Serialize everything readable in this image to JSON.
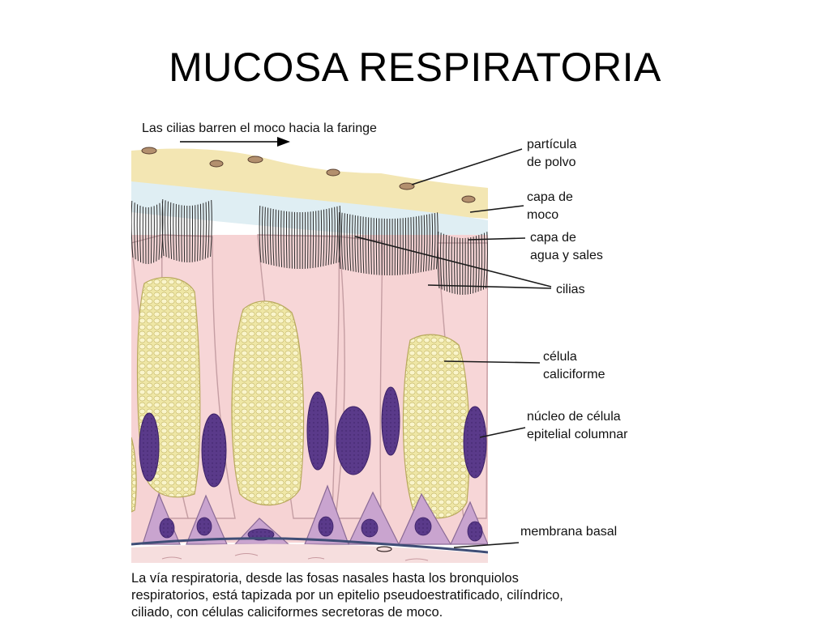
{
  "slide": {
    "title": "MUCOSA RESPIRATORIA"
  },
  "diagram": {
    "top_caption": "Las cilias barren el moco hacia la faringe",
    "labels": {
      "particula": [
        "partícula",
        "de polvo"
      ],
      "moco": [
        "capa de",
        "moco"
      ],
      "agua": [
        "capa de",
        "agua y sales"
      ],
      "cilias": [
        "cilias"
      ],
      "caliciforme": [
        "célula",
        "caliciforme"
      ],
      "nucleo": [
        "núcleo de célula",
        "epitelial columnar"
      ],
      "membrana": [
        "membrana basal"
      ]
    },
    "caption_lines": [
      "La vía respiratoria, desde las fosas nasales hasta los bronquiolos",
      "respiratorios, está tapizada por un epitelio pseudoestratificado, cilíndrico,",
      "ciliado, con células caliciformes secretoras de moco."
    ],
    "colors": {
      "mucus": "#f3e6b3",
      "water": "#dfeef3",
      "cell": "#f6d3d4",
      "cell_outline": "#caa2a6",
      "goblet": "#efe7a6",
      "nucleus": "#5a3a8a",
      "basal_cell": "#c9a4cf",
      "membrane": "#3f4d76",
      "connective": "#f6dede"
    }
  }
}
